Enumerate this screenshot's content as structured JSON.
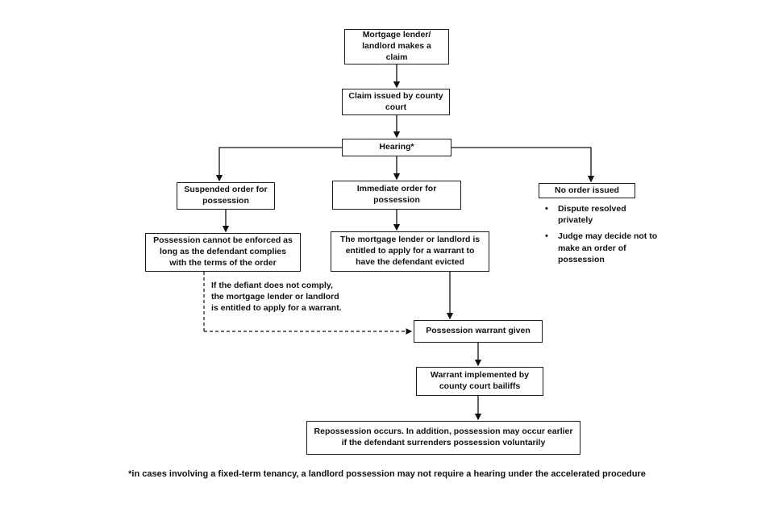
{
  "diagram": {
    "title": "Possession claim process flowchart",
    "nodes": {
      "claim": "Mortgage lender/\nlandlord makes a\nclaim",
      "claim_issued": "Claim issued by county\ncourt",
      "hearing": "Hearing*",
      "suspended_order": "Suspended order for\npossession",
      "immediate_order": "Immediate order for\npossession",
      "no_order": "No order issued",
      "suspended_detail": "Possession cannot be enforced as\nlong as the defendant complies\nwith the terms of the order",
      "immediate_detail": "The mortgage lender or landlord is\nentitled to apply for a warrant to\nhave the defendant evicted",
      "warrant_given": "Possession warrant given",
      "warrant_implemented": "Warrant implemented by\ncounty court bailiffs",
      "repossession": "Repossession occurs. In addition, possession may occur earlier\nif the defendant surrenders possession voluntarily"
    },
    "no_order_bullets": [
      "Dispute resolved\nprivately",
      "Judge may decide not to\nmake an order of\npossession"
    ],
    "notes": {
      "noncompliance": "If the defiant does not comply,\nthe mortgage lender or landlord\nis entitled to apply for a warrant."
    },
    "footnote": "*in cases involving a fixed-term tenancy, a landlord possession may not require a hearing under the accelerated procedure",
    "glyphs": {
      "bullet": "•"
    },
    "colors": {
      "line": "#111111",
      "border": "#1c1c1c",
      "background": "#ffffff",
      "text": "#111111"
    }
  }
}
